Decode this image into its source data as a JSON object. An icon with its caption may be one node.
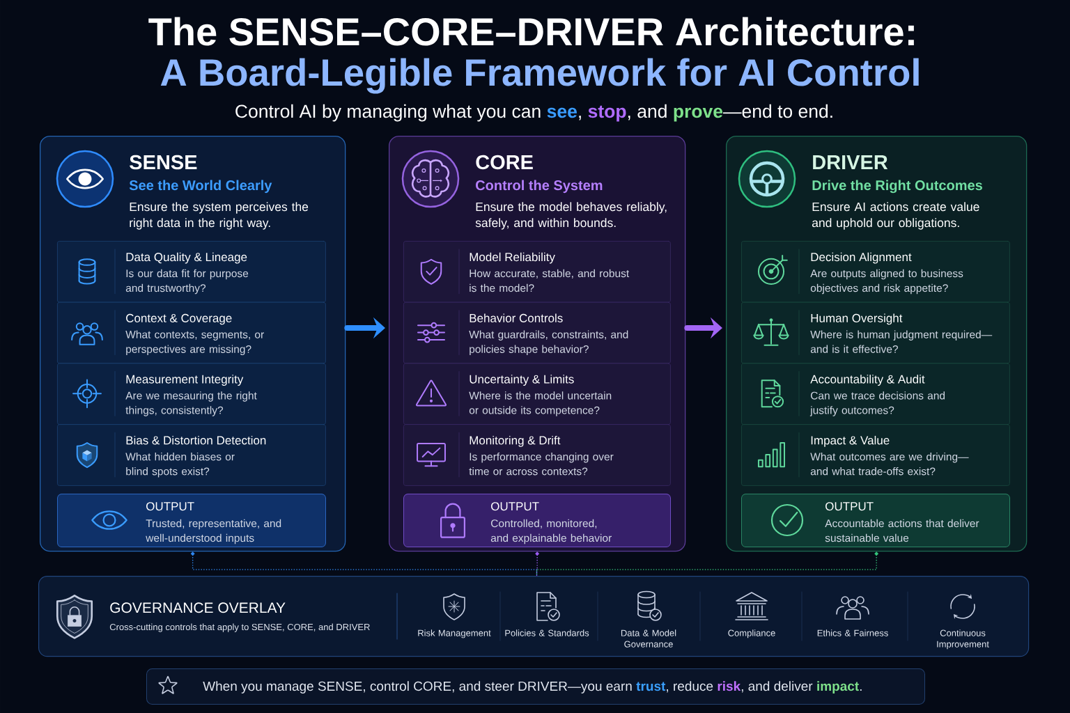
{
  "diagram": {
    "title": "The SENSE–CORE–DRIVER Architecture:",
    "nodes": [
      {
        "text": [
          "SENSE",
          "See the World Clearly",
          "Ensure the system perceives the right data in the right way."
        ]
      },
      {
        "text": [
          "Data Quality & Lineage",
          "Is our data fit for purpose and trustworthy?"
        ],
        "in": 0
      },
      {
        "text": [
          "Context & Coverage",
          "What contexts, segments, or perspectives are missing?"
        ],
        "in": 0
      },
      {
        "text": [
          "Measurement Integrity",
          "Are we mesauring the right things, consistently?"
        ],
        "in": 0
      },
      {
        "text": [
          "Bias & Distortion Detection",
          "What hidden biases or blind spots exist?"
        ],
        "in": 0
      },
      {
        "text": [
          "OUTPUT",
          "Trusted, representative, and well-understood inputs"
        ],
        "in": 0
      },
      {
        "text": [
          "CORE",
          "Control the System",
          "Ensure the model behaves reliably, safely, and within bounds."
        ]
      },
      {
        "text": [
          "Model Reliability",
          "How accurate, stable, and robust is the model?"
        ],
        "in": 6
      },
      {
        "text": [
          "Behavior Controls",
          "What guardrails, constraints, and policies shape behavior?"
        ],
        "in": 6
      },
      {
        "text": [
          "Uncertainty & Limits",
          "Where is the model uncertain or outside its competence?"
        ],
        "in": 6
      },
      {
        "text": [
          "Monitoring & Drift",
          "Is performance changing over time or across contexts?"
        ],
        "in": 6
      },
      {
        "text": [
          "OUTPUT",
          "Controlled, monitored, and explainable behavior"
        ],
        "in": 6
      },
      {
        "text": [
          "DRIVER",
          "Drive the Right Outcomes",
          "Ensure AI actions create value and uphold our obligations."
        ]
      },
      {
        "text": [
          "Decision Alignment",
          "Are outputs aligned to business objectives and risk appetite?"
        ],
        "in": 12
      },
      {
        "text": [
          "Human Oversight",
          "Where is human judgment required—and is it effective?"
        ],
        "in": 12
      },
      {
        "text": [
          "Accountability & Audit",
          "Can we trace decisions and justify outcomes?"
        ],
        "in": 12
      },
      {
        "text": [
          "Impact & Value",
          "What outcomes are we driving—and what trade-offs exist?"
        ],
        "in": 12
      },
      {
        "text": [
          "OUTPUT",
          "Accountable actions that deliver sustainable value"
        ],
        "in": 12
      },
      {
        "text": [
          "GOVERNANCE OVERLAY",
          "Cross-cutting controls that apply to SENSE, CORE, and DRIVER"
        ]
      },
      {
        "text": [
          "Risk Management"
        ],
        "in": 18
      },
      {
        "text": [
          "Policies & Standards"
        ],
        "in": 18
      },
      {
        "text": [
          "Data & Model Governance"
        ],
        "in": 18
      },
      {
        "text": [
          "Compliance"
        ],
        "in": 18
      },
      {
        "text": [
          "Ethics & Fairness"
        ],
        "in": 18
      },
      {
        "text": [
          "Continuous Improvement"
        ],
        "in": 18
      },
      {
        "text": [
          "When you manage SENSE, control CORE, and steer DRIVER—you earn **trust**, reduce **risk**, and deliver **impact**."
        ]
      }
    ],
    "edges": [
      {
        "from": 0,
        "to": 6,
        "arrow": "to",
        "style": "thick",
        "color": "#2f8fff"
      },
      {
        "from": 6,
        "to": 12,
        "arrow": "to",
        "style": "thick",
        "color": "#a366f5"
      },
      {
        "from": 0,
        "to": 18,
        "arrow": "other",
        "style": "dashed",
        "color": "#2f86f0"
      },
      {
        "from": 6,
        "to": 18,
        "arrow": "other",
        "style": "dashed",
        "color": "#9b5cf0"
      },
      {
        "from": 12,
        "to": 18,
        "arrow": "other",
        "style": "dashed",
        "color": "#33c27a"
      }
    ],
    "labels": [
      "A Board-Legible Framework for AI Control",
      "Control AI by managing what you can **see**, **stop**, and **prove**—end to end."
    ]
  }
}
